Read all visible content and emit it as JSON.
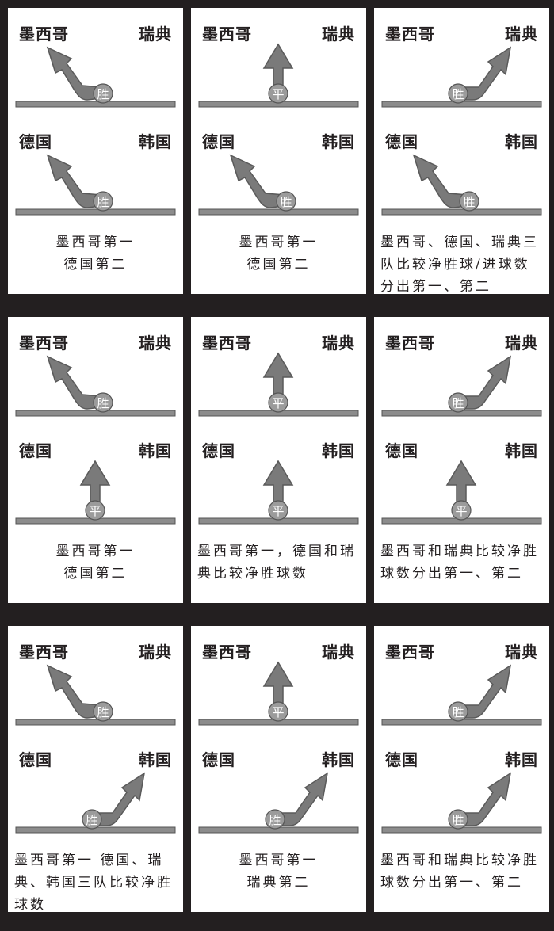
{
  "groups": [
    {
      "pair1": {
        "left": "墨西哥",
        "right": "瑞典"
      },
      "pair2": {
        "left": "德国",
        "right": "韩国"
      },
      "cards": [
        {
          "m1": "left",
          "m2": "left",
          "text": "墨西哥第一\n德国第二",
          "align": "center"
        },
        {
          "m1": "draw",
          "m2": "left",
          "text": "墨西哥第一\n德国第二",
          "align": "center"
        },
        {
          "m1": "right",
          "m2": "left",
          "text": "墨西哥、德国、瑞典三队比较净胜球/进球数分出第一、第二",
          "align": "left"
        }
      ]
    },
    {
      "pair1": {
        "left": "墨西哥",
        "right": "瑞典"
      },
      "pair2": {
        "left": "德国",
        "right": "韩国"
      },
      "cards": [
        {
          "m1": "left",
          "m2": "draw",
          "text": "墨西哥第一\n德国第二",
          "align": "center"
        },
        {
          "m1": "draw",
          "m2": "draw",
          "text": "墨西哥第一，德国和瑞典比较净胜球数",
          "align": "left"
        },
        {
          "m1": "right",
          "m2": "draw",
          "text": "墨西哥和瑞典比较净胜球数分出第一、第二",
          "align": "left"
        }
      ]
    },
    {
      "pair1": {
        "left": "墨西哥",
        "right": "瑞典"
      },
      "pair2": {
        "left": "德国",
        "right": "韩国"
      },
      "cards": [
        {
          "m1": "left",
          "m2": "right",
          "text": "墨西哥第一 德国、瑞典、韩国三队比较净胜球数",
          "align": "left"
        },
        {
          "m1": "draw",
          "m2": "right",
          "text": "墨西哥第一\n瑞典第二",
          "align": "center"
        },
        {
          "m1": "right",
          "m2": "right",
          "text": "墨西哥和瑞典比较净胜球数分出第一、第二",
          "align": "left"
        }
      ]
    }
  ],
  "labels": {
    "win": "胜",
    "draw": "平"
  },
  "colors": {
    "background": "#231f20",
    "card": "#ffffff",
    "arrow": "#7a7a7a",
    "arrow_dark": "#5a5a5a",
    "ball": "#9b9b9b",
    "field": "#8c8c8c"
  }
}
